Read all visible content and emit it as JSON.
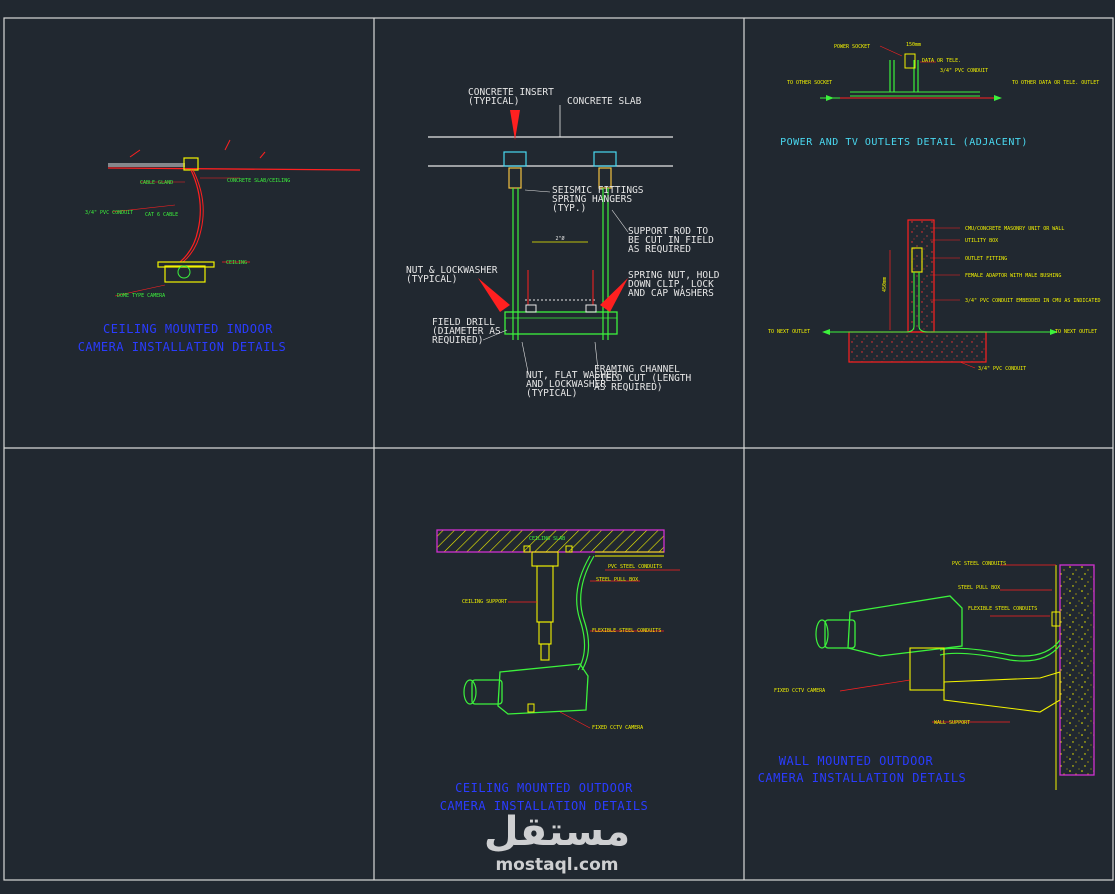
{
  "panels": {
    "ceiling_indoor": {
      "title_line1": "CEILING MOUNTED INDOOR",
      "title_line2": "CAMERA INSTALLATION DETAILS",
      "labels": [
        "CONCRETE SLAB/CEILING",
        "CABLE GLAND",
        "3/4\" PVC CONDUIT",
        "CAT 6 CABLE",
        "CEILING",
        "DOME TYPE CAMERA"
      ]
    },
    "hanger": {
      "labels": {
        "insert_1": "CONCRETE INSERT",
        "insert_2": "(TYPICAL)",
        "slab": "CONCRETE SLAB",
        "seismic_1": "SEISMIC FITTINGS",
        "seismic_2": "SPRING HANGERS",
        "seismic_3": "(TYP.)",
        "rod_1": "SUPPORT ROD TO",
        "rod_2": "BE CUT IN FIELD",
        "rod_3": "AS REQUIRED",
        "dim": "2\"Ø",
        "nut_1": "NUT & LOCKWASHER",
        "nut_2": "(TYPICAL)",
        "spring_1": "SPRING NUT, HOLD",
        "spring_2": "DOWN CLIP, LOCK",
        "spring_3": "AND CAP WASHERS",
        "drill_1": "FIELD DRILL",
        "drill_2": "(DIAMETER AS",
        "drill_3": "REQUIRED)",
        "flat_1": "NUT, FLAT WASHER",
        "flat_2": "AND LOCKWASHER",
        "flat_3": "(TYPICAL)",
        "channel_1": "FRAMING CHANNEL",
        "channel_2": "FIELD CUT (LENGTH",
        "channel_3": "AS REQUIRED)"
      }
    },
    "power_tv": {
      "title": "POWER AND TV OUTLETS DETAIL (ADJACENT)",
      "labels": [
        "POWER SOCKET",
        "DATA OR TELE.",
        "3/4\" PVC CONDUIT",
        "TO OTHER SOCKET",
        "TO OTHER DATA OR TELE. OUTLET",
        "150mm"
      ]
    },
    "wall_outlet": {
      "labels": [
        "CMU/CONCRETE MASONRY UNIT OR WALL",
        "UTILITY BOX",
        "OUTLET FITTING",
        "FEMALE ADAPTOR WITH MALE BUSHING",
        "3/4\" PVC CONDUIT EMBEDDED IN CMU AS INDICATED",
        "TO NEXT OUTLET",
        "TO NEXT OUTLET",
        "3/4\" PVC CONDUIT",
        "450mm"
      ]
    },
    "ceiling_outdoor": {
      "title_line1": "CEILING MOUNTED OUTDOOR",
      "title_line2": "CAMERA INSTALLATION DETAILS",
      "labels": [
        "CEILING SLAB",
        "PVC STEEL CONDUITS",
        "STEEL PULL BOX",
        "CEILING SUPPORT",
        "FLEXIBLE STEEL CONDUITS",
        "FIXED CCTV CAMERA"
      ]
    },
    "wall_outdoor": {
      "title_line1": "WALL MOUNTED OUTDOOR",
      "title_line2": "CAMERA INSTALLATION DETAILS",
      "labels": [
        "PVC STEEL CONDUITS",
        "STEEL PULL BOX",
        "FLEXIBLE STEEL CONDUITS",
        "FIXED CCTV CAMERA",
        "WALL SUPPORT"
      ]
    }
  },
  "watermark": {
    "arabic": "مستقل",
    "latin": "mostaql.com"
  }
}
